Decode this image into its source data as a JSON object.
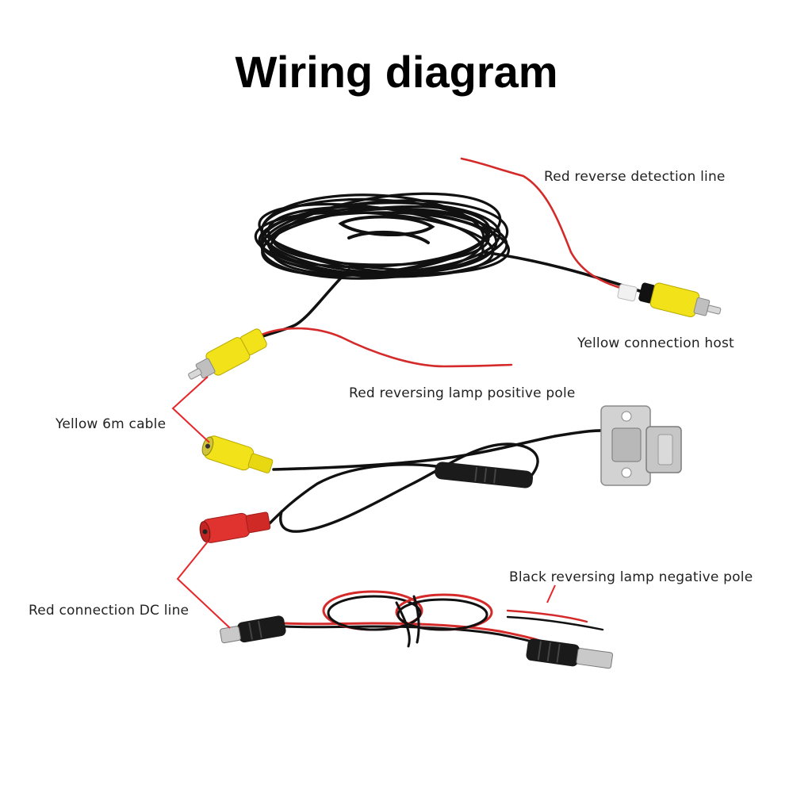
{
  "title": "Wiring diagram",
  "labels": {
    "red_reverse_detection": "Red reverse detection line",
    "yellow_connection_host": "Yellow connection host",
    "red_reversing_lamp_positive": "Red reversing lamp positive pole",
    "yellow_6m_cable": "Yellow 6m cable",
    "black_reversing_lamp_negative": "Black reversing lamp negative pole",
    "red_connection_dc": "Red connection DC line"
  },
  "colors": {
    "cable_black": "#111111",
    "wire_red": "#d42a2a",
    "connector_yellow": "#f2e21a",
    "connector_red": "#e0322f",
    "leader_red": "#e8262a",
    "camera_metal": "#c9c9c9"
  }
}
